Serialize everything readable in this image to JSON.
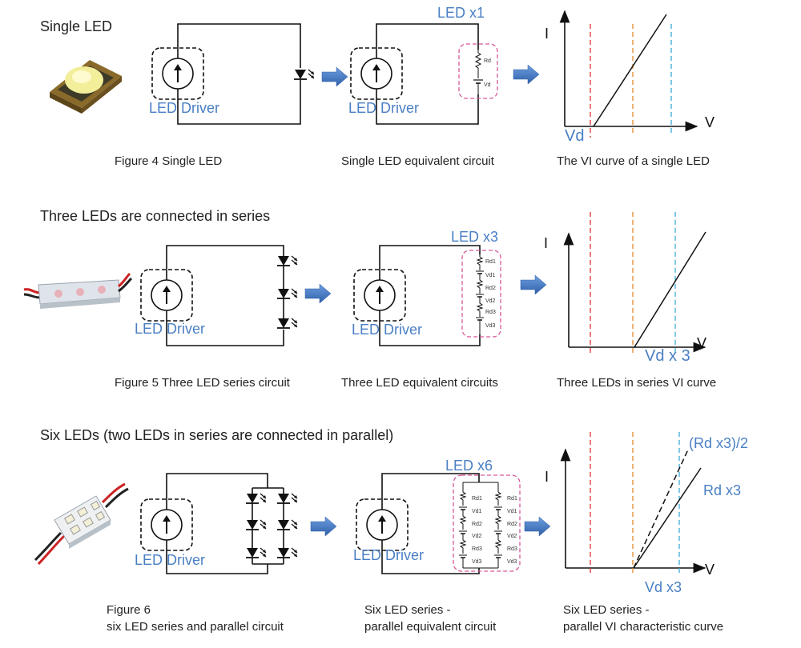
{
  "sections": {
    "single": "Single LED",
    "series": "Three LEDs are connected in series",
    "parallel": "Six LEDs (two LEDs in series are connected in parallel)"
  },
  "driver_label": "LED Driver",
  "equiv_labels": {
    "x1": "LED x1",
    "x3": "LED x3",
    "x6": "LED x6"
  },
  "component_labels": [
    "Rd",
    "Vd",
    "Rd1",
    "Vd1",
    "Rd2",
    "Vd2",
    "Rd3",
    "Vd3"
  ],
  "axis": {
    "i": "I",
    "v": "V"
  },
  "curve_labels": {
    "vd": "Vd",
    "vd_x3": "Vd x 3",
    "vd_x3_b": "Vd x3",
    "rd_half": "(Rd x3)/2",
    "rd_x3": "Rd x3"
  },
  "captions": {
    "fig4": "Figure 4  Single LED",
    "single_equiv": "Single LED equivalent circuit",
    "single_vi": "The VI curve of a single LED",
    "fig5": "Figure 5  Three LED series circuit",
    "three_equiv": "Three LED equivalent circuits",
    "three_vi": "Three LEDs in series VI curve",
    "fig6_1": "Figure 6",
    "fig6_2": "six LED series and parallel circuit",
    "six_equiv_1": "Six LED series -",
    "six_equiv_2": "parallel equivalent circuit",
    "six_vi_1": "Six LED series -",
    "six_vi_2": "parallel VI characteristic curve"
  },
  "colors": {
    "label_blue": "#4a7fc4",
    "arrow_blue": "#3a6fb5",
    "dash_red": "#e0302a",
    "dash_orange": "#e08a2a",
    "dash_cyan": "#3aaad8",
    "box_pink": "#d6589a"
  }
}
